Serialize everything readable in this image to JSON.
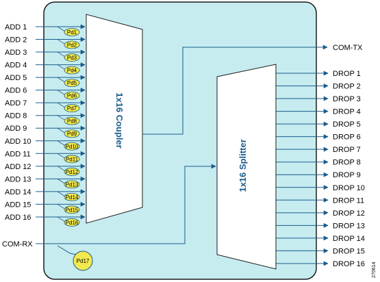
{
  "colors": {
    "panel_fill": "#c6ecf0",
    "panel_stroke": "#1a1a1a",
    "block_fill": "#ffffff",
    "photodiode_fill": "#f2e94e",
    "line": "#1a5c8a",
    "block_label": "#1a5c8a"
  },
  "coupler": {
    "label": "1x16 Coupler"
  },
  "splitter": {
    "label": "1x16 Splitter"
  },
  "ports": {
    "com_tx": "COM-TX",
    "com_rx": "COM-RX"
  },
  "add_ports": [
    "ADD 1",
    "ADD 2",
    "ADD 3",
    "ADD 4",
    "ADD 5",
    "ADD 6",
    "ADD 7",
    "ADD 8",
    "ADD 9",
    "ADD 10",
    "ADD 11",
    "ADD 12",
    "ADD 13",
    "ADD 14",
    "ADD 15",
    "ADD 16"
  ],
  "photodiodes": [
    "Pd1",
    "Pd2",
    "Pd3",
    "Pd4",
    "Pd5",
    "Pd6",
    "Pd7",
    "Pd8",
    "Pd9",
    "Pd10",
    "Pd11",
    "Pd12",
    "Pd13",
    "Pd14",
    "Pd15",
    "Pd16"
  ],
  "pd17": "Pd17",
  "drop_ports": [
    "DROP 1",
    "DROP 2",
    "DROP 3",
    "DROP 4",
    "DROP 5",
    "DROP 6",
    "DROP 7",
    "DROP 8",
    "DROP 9",
    "DROP 10",
    "DROP 11",
    "DROP 12",
    "DROP 13",
    "DROP 14",
    "DROP 15",
    "DROP 16"
  ],
  "figure_id": "270614"
}
